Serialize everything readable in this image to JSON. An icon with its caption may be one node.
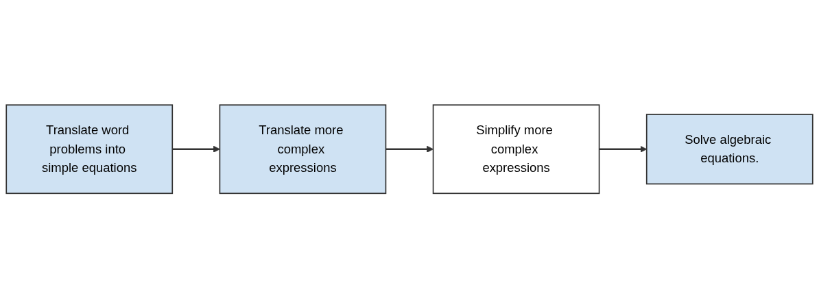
{
  "diagram": {
    "nodes": [
      {
        "text": [
          "Translate word problems into simple equations"
        ]
      },
      {
        "text": [
          "Translate more complex expressions"
        ]
      },
      {
        "text": [
          "Simplify more complex expressions"
        ]
      },
      {
        "text": [
          "Solve algebraic equations."
        ]
      }
    ],
    "edges": [
      {
        "from": 0,
        "to": 1,
        "arrow": "to"
      },
      {
        "from": 1,
        "to": 2,
        "arrow": "to"
      },
      {
        "from": 2,
        "to": 3,
        "arrow": "to"
      }
    ]
  }
}
